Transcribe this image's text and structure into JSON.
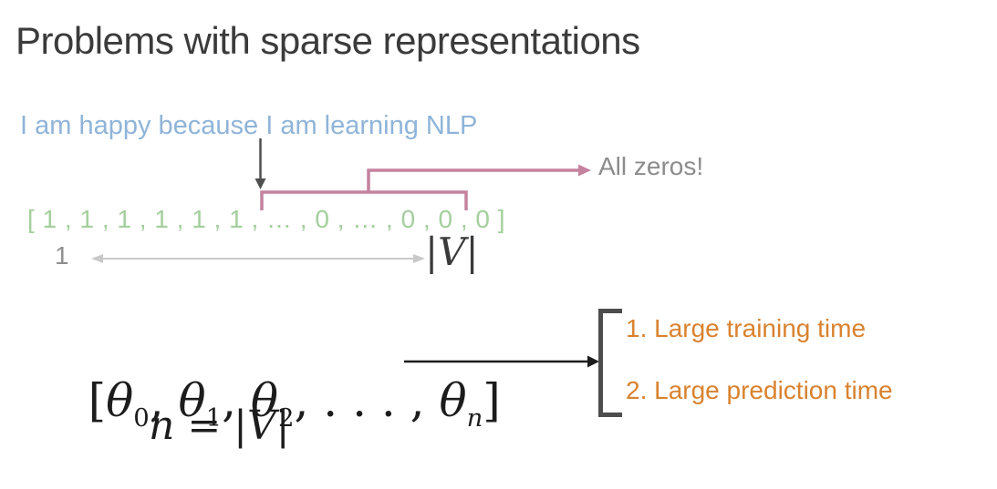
{
  "title": "Problems with sparse representations",
  "example": {
    "sentence": "I am happy because I am learning NLP",
    "vector": "[ 1 , 1 , 1 , 1 , 1 , 1 , … , 0 , … , 0 , 0 , 0 ]",
    "annotation": "All zeros!",
    "range": {
      "start": "1",
      "end": "|V|"
    }
  },
  "model": {
    "theta": {
      "open": "[",
      "t0": "θ",
      "s0": "0",
      "c1": ", ",
      "t1": "θ",
      "s1": "1",
      "c2": ", ",
      "t2": "θ",
      "s2": "2",
      "dots": ", . . . , ",
      "tn": "θ",
      "sn": "n",
      "close": "]"
    },
    "dimension": "n = |V|"
  },
  "problems": {
    "items": [
      "1. Large training time",
      "2. Large prediction time"
    ]
  },
  "colors": {
    "title_text": "#3b3b3b",
    "sentence_blue": "#8fb4d9",
    "vector_green": "#a3cf9c",
    "annotation_pink": "#c4829e",
    "gray_text": "#8c8c8c",
    "arrow_dark": "#4f4f4f",
    "arrow_light_gray": "#c9c9c9",
    "math_black": "#1c1c1c",
    "bracket_dark": "#4d4d4d",
    "problem_orange": "#d9822f",
    "background": "#ffffff"
  }
}
